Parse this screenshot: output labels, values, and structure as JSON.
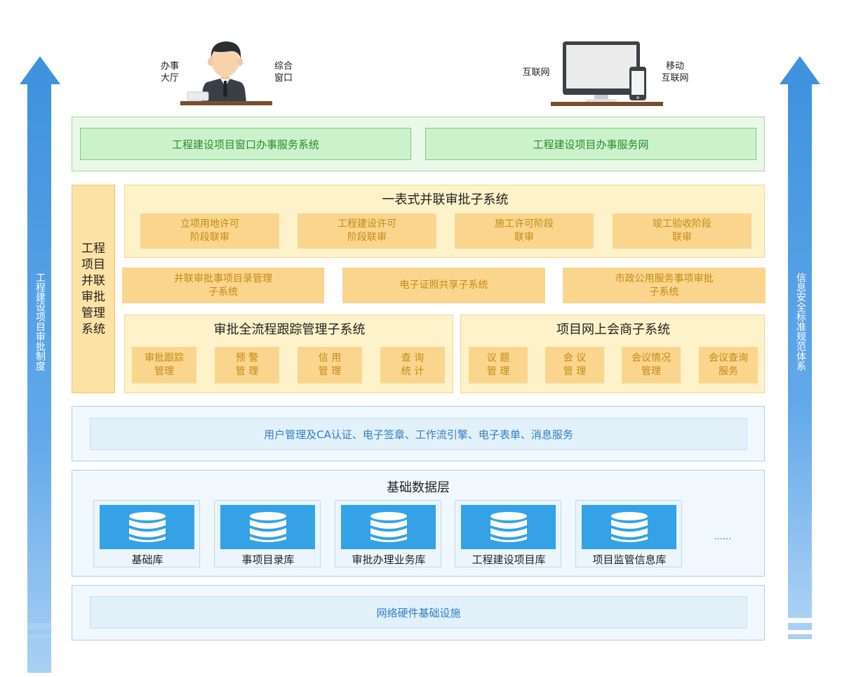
{
  "left_arrow": {
    "label": "工程建设项目审批制度"
  },
  "right_arrow": {
    "label": "信息安全标准规范体系"
  },
  "top_icons": {
    "office_left": [
      "办事",
      "大厅"
    ],
    "office_right": [
      "综合",
      "窗口"
    ],
    "internet_left": "互联网",
    "internet_right": [
      "移动",
      "互联网"
    ]
  },
  "service_layer": {
    "window_system": "工程建设项目窗口办事服务系统",
    "service_web": "工程建设项目办事服务网"
  },
  "approval_layer": {
    "side_label": [
      "工程",
      "项目",
      "并联",
      "审批",
      "管理",
      "系统"
    ],
    "one_form": {
      "title": "一表式并联审批子系统",
      "items": [
        [
          "立项用地许可",
          "阶段联审"
        ],
        [
          "工程建设许可",
          "阶段联审"
        ],
        [
          "施工许可阶段",
          "联审"
        ],
        [
          "竣工验收阶段",
          "联审"
        ]
      ]
    },
    "middle_row": [
      [
        "并联审批事项目录管理",
        "子系统"
      ],
      [
        "电子证照共享子系统"
      ],
      [
        "市政公用服务事项审批",
        "子系统"
      ]
    ],
    "tracking": {
      "title": "审批全流程跟踪管理子系统",
      "items": [
        [
          "审批跟踪",
          "管理"
        ],
        [
          "预 警",
          "管 理"
        ],
        [
          "信 用",
          "管 理"
        ],
        [
          "查 询",
          "统 计"
        ]
      ]
    },
    "online_meeting": {
      "title": "项目网上会商子系统",
      "items": [
        [
          "议 题",
          "管 理"
        ],
        [
          "会 议",
          "管 理"
        ],
        [
          "会议情况",
          "管理"
        ],
        [
          "会议查询",
          "服务"
        ]
      ]
    }
  },
  "support_layer": {
    "text": "用户管理及CA认证、电子签章、工作流引擎、电子表单、消息服务"
  },
  "data_layer": {
    "title": "基础数据层",
    "databases": [
      "基础库",
      "事项目录库",
      "审批办理业务库",
      "工程建设项目库",
      "项目监管信息库"
    ],
    "more": "......"
  },
  "infra_layer": {
    "text": "网络硬件基础设施"
  },
  "colors": {
    "arrow_blue": "#3f93de",
    "green_border": "#7ccc7c",
    "orange_fill": "#fad58e",
    "orange_text": "#c58a12",
    "blue_text": "#2f80c6",
    "db_blue": "#35a2e7"
  }
}
